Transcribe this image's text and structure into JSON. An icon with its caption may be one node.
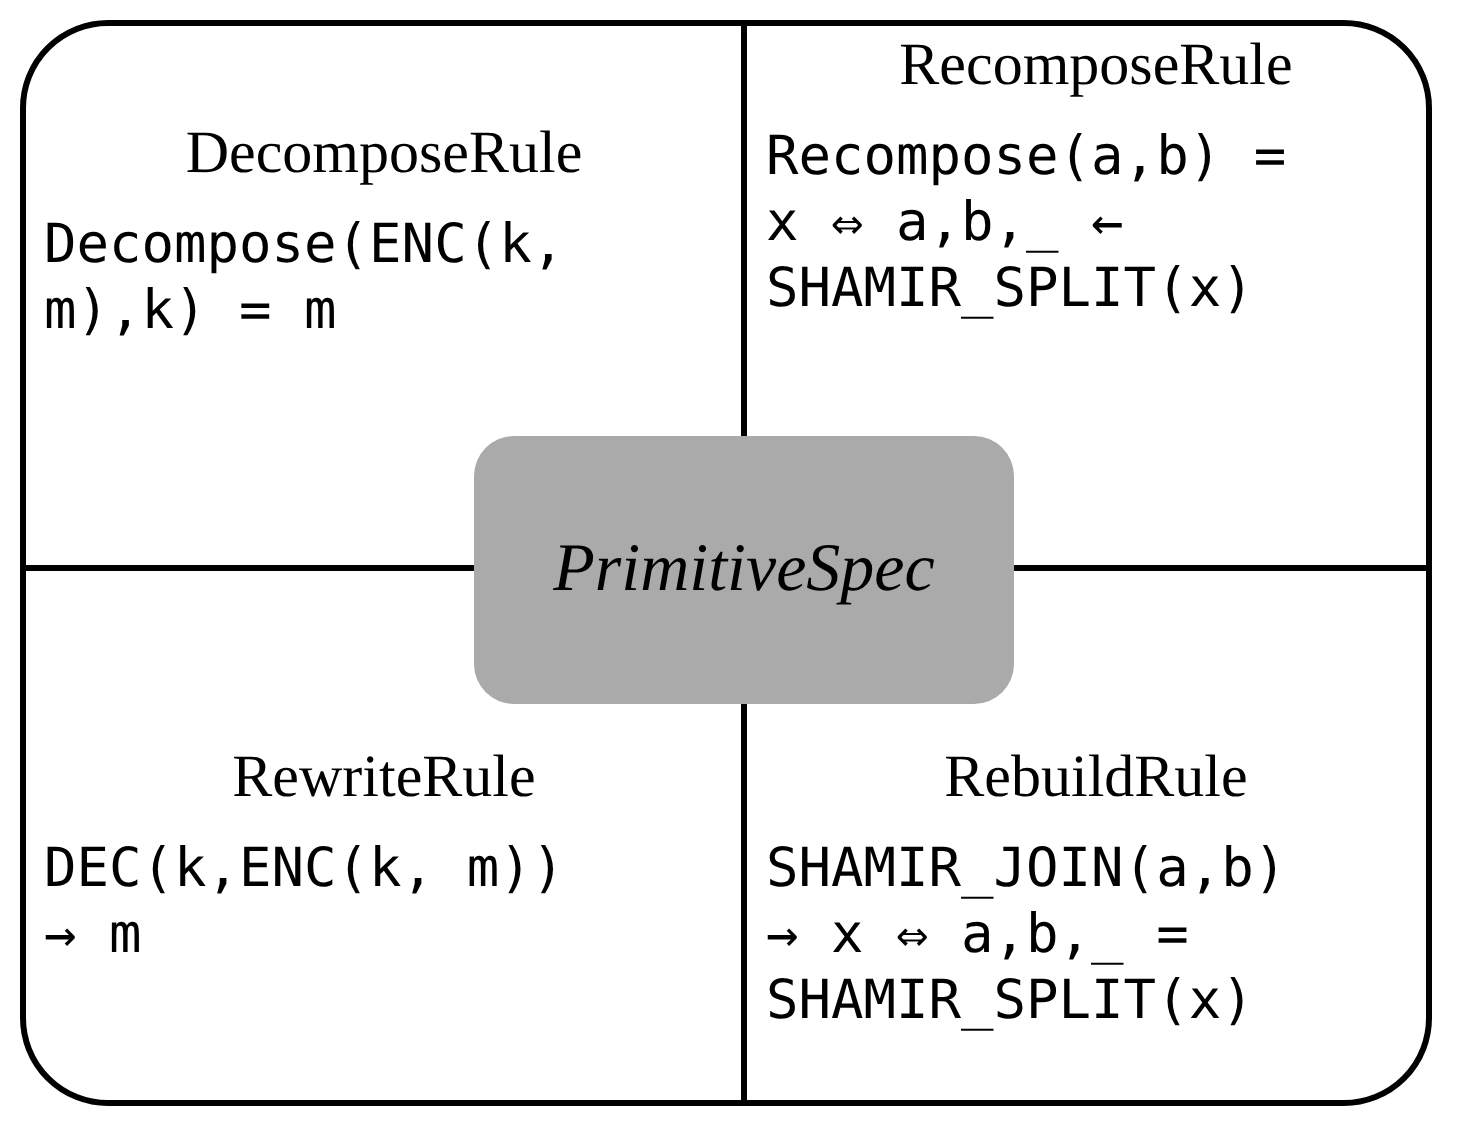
{
  "diagram": {
    "nodes": [
      {
        "text": [],
        "shape": "box"
      },
      {
        "text": [
          "DecomposeRule",
          "Decompose(ENC(k, m),k) = m"
        ],
        "in": 0
      },
      {
        "text": [
          "RecomposeRule",
          "Recompose(a,b) = x ⇔ a,b,_ ← SHAMIR_SPLIT(x)"
        ],
        "in": 0
      },
      {
        "text": [
          "PrimitiveSpec"
        ],
        "in": 0
      },
      {
        "text": [
          "RewriteRule",
          "DEC(k,ENC(k, m)) → m"
        ],
        "in": 0
      },
      {
        "text": [
          "RebuildRule",
          "SHAMIR_JOIN(a,b) → x ⇔ a,b,_ = SHAMIR_SPLIT(x)"
        ],
        "in": 0
      }
    ]
  }
}
